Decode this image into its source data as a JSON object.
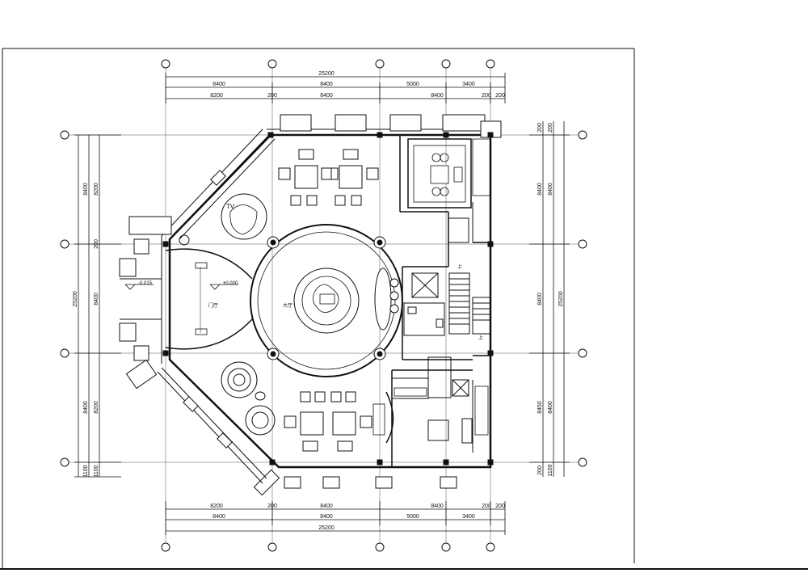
{
  "dimensions": {
    "top_total": "25200",
    "top_row1": [
      "8400",
      "8400",
      "5000",
      "3400"
    ],
    "top_row2": [
      "8200",
      "200",
      "8400",
      "8400",
      "200",
      "200"
    ],
    "bottom_row1": [
      "8200",
      "200",
      "8400",
      "8400",
      "200",
      "200"
    ],
    "bottom_row2": [
      "8400",
      "8400",
      "5000",
      "3400"
    ],
    "bottom_total": "25200",
    "left_inner": [
      "8200",
      "200",
      "8400",
      "8200",
      "1100"
    ],
    "left_outer": [
      "8400",
      "25200",
      "8400",
      "1100"
    ],
    "right_inner": [
      "200",
      "8400",
      "8400",
      "8450",
      "200"
    ],
    "right_outer": [
      "200",
      "8400",
      "25200",
      "8400",
      "1100"
    ]
  },
  "labels": {
    "tv": "TV",
    "level_left": "-0.015",
    "level_center": "±0.000",
    "hall": "大厅",
    "entrance": "门厅",
    "stairs_up_top": "上",
    "stairs_up_bottom": "上"
  },
  "colors": {
    "line": "#111111",
    "paper": "#ffffff",
    "grid": "#333333"
  }
}
